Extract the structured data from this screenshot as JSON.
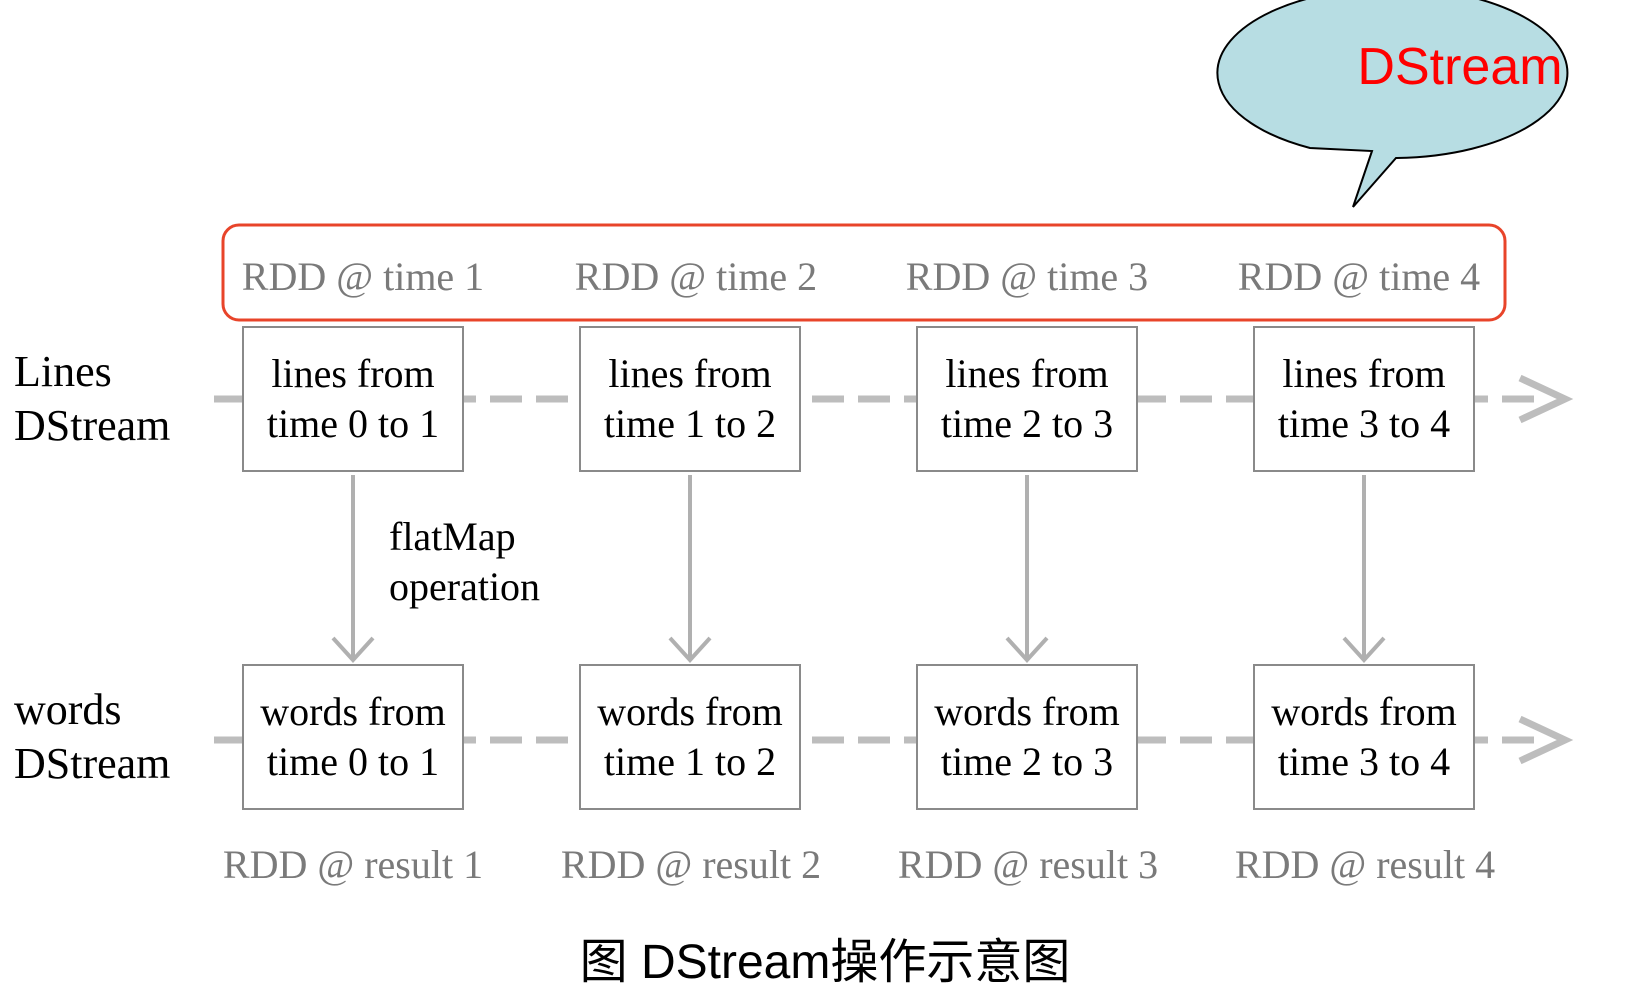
{
  "bubble": {
    "label": "DStream",
    "fill": "#b7dde3",
    "text_color": "#ff0000"
  },
  "highlight_color": "#e8442a",
  "rdd_top": [
    "RDD @ time 1",
    "RDD @ time 2",
    "RDD @ time 3",
    "RDD @ time 4"
  ],
  "lines_row": {
    "label_line1": "Lines",
    "label_line2": "DStream",
    "boxes": [
      {
        "line1": "lines from",
        "line2": "time 0 to 1"
      },
      {
        "line1": "lines from",
        "line2": "time 1 to 2"
      },
      {
        "line1": "lines from",
        "line2": "time 2 to 3"
      },
      {
        "line1": "lines from",
        "line2": "time 3 to 4"
      }
    ]
  },
  "operation": {
    "line1": "flatMap",
    "line2": "operation"
  },
  "words_row": {
    "label_line1": "words",
    "label_line2": "DStream",
    "boxes": [
      {
        "line1": "words from",
        "line2": "time 0 to 1"
      },
      {
        "line1": "words from",
        "line2": "time 1 to 2"
      },
      {
        "line1": "words from",
        "line2": "time 2 to 3"
      },
      {
        "line1": "words from",
        "line2": "time 3 to 4"
      }
    ]
  },
  "rdd_bottom": [
    "RDD @ result 1",
    "RDD @ result 2",
    "RDD @ result 3",
    "RDD @ result 4"
  ],
  "caption": "图 DStream操作示意图"
}
